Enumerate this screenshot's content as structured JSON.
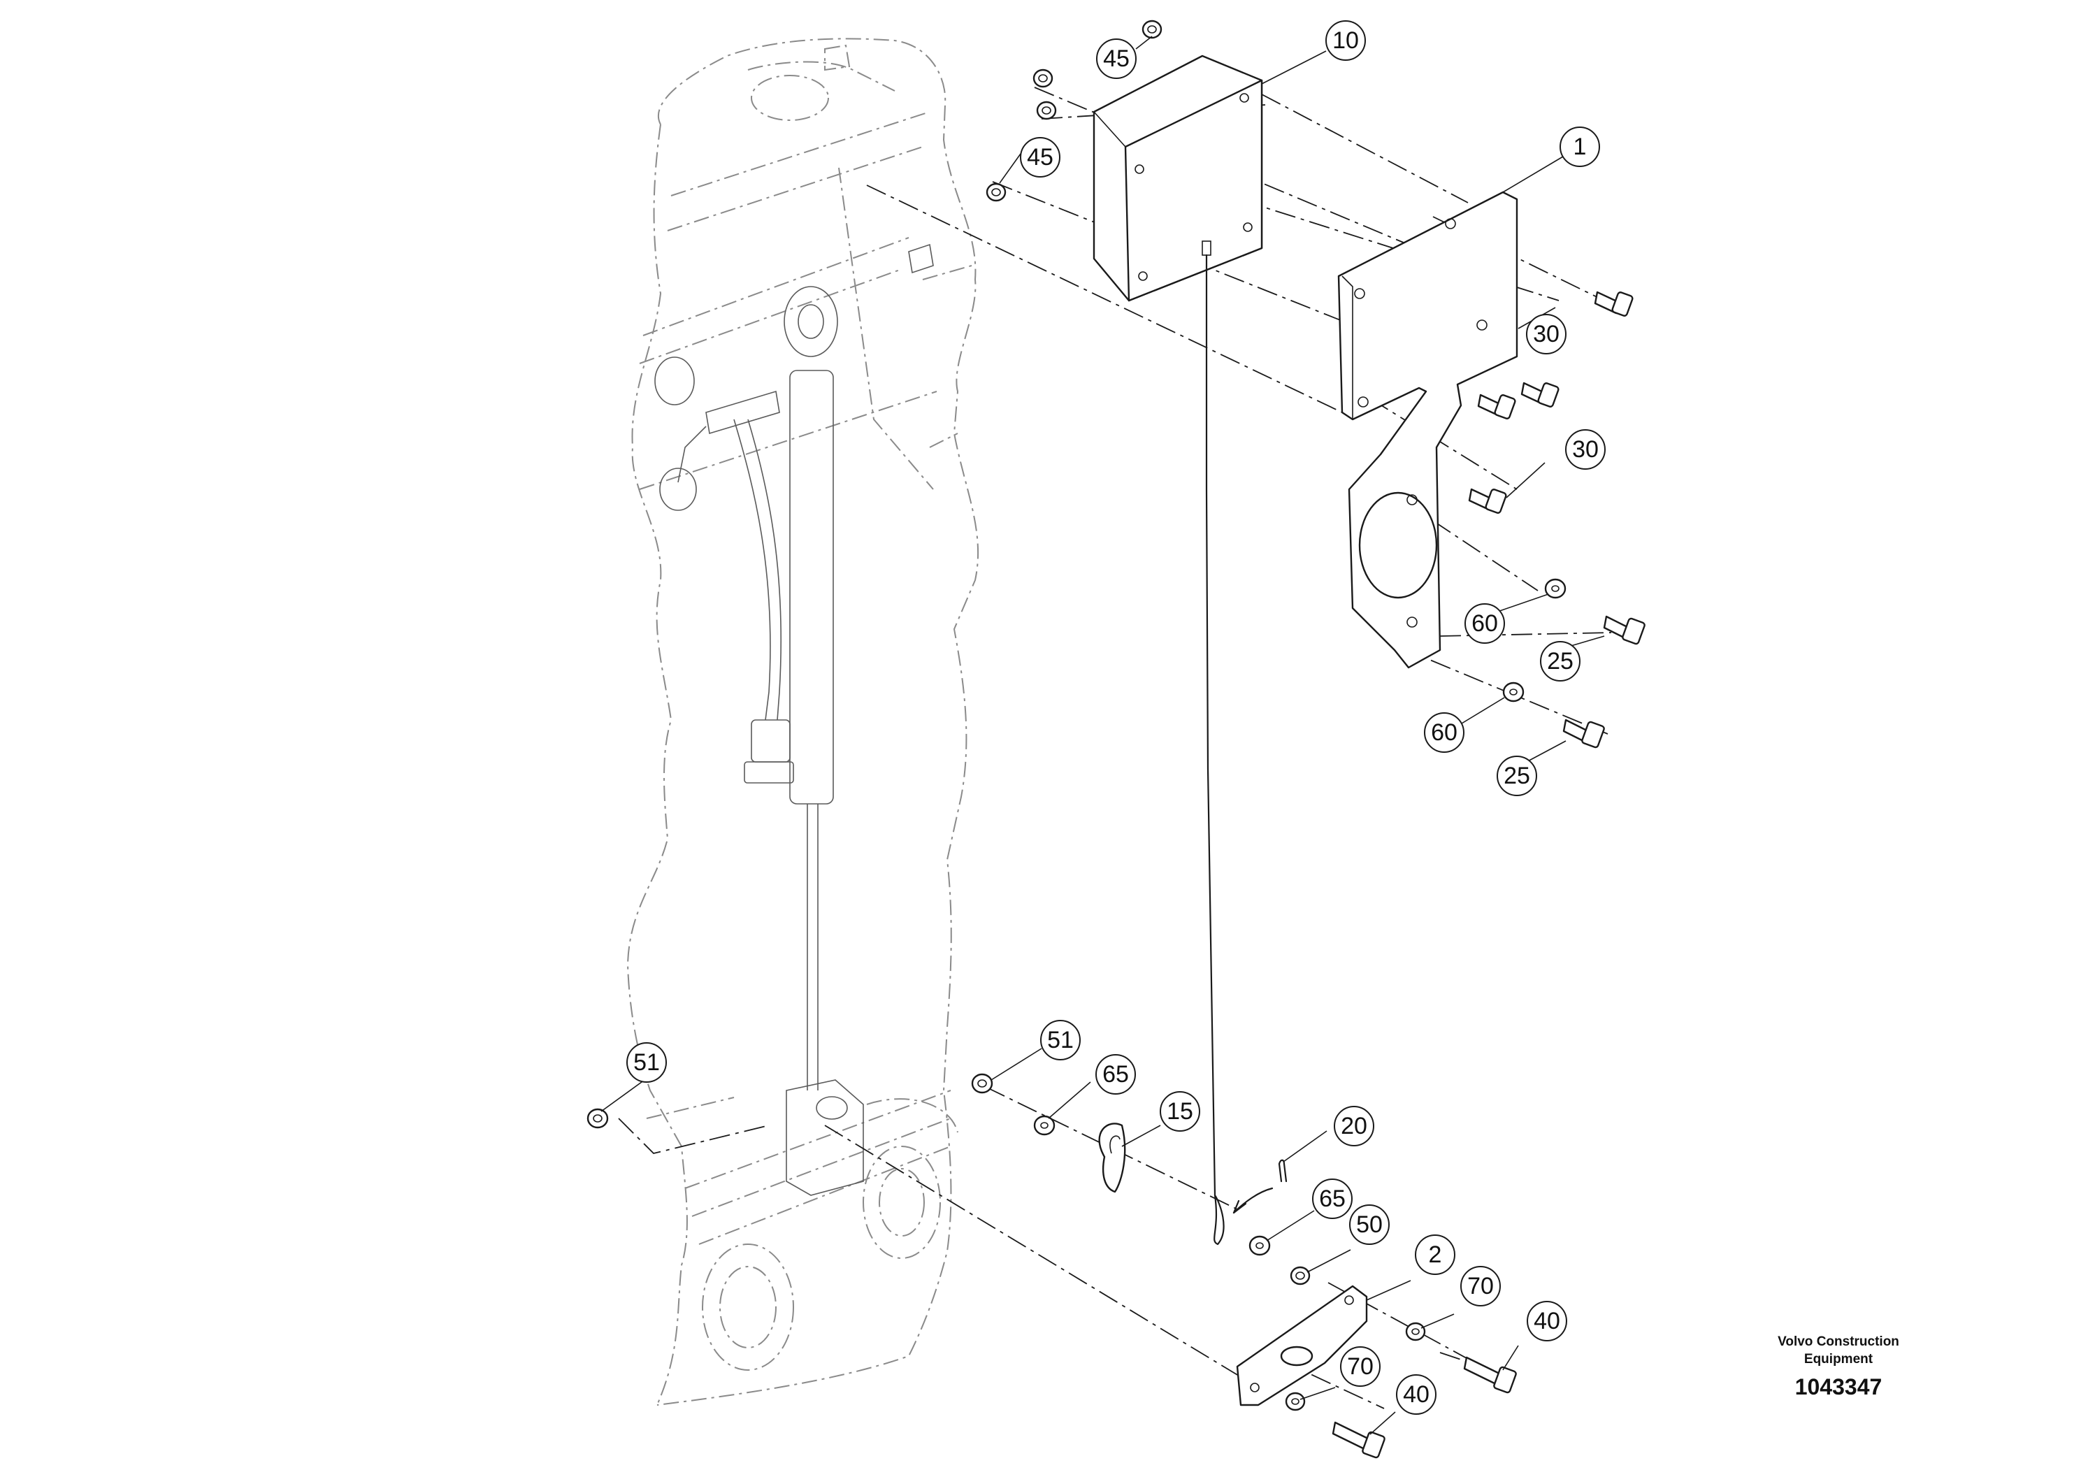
{
  "document": {
    "brand_line1": "Volvo Construction",
    "brand_line2": "Equipment",
    "doc_number": "1043347"
  },
  "callouts": {
    "c1": "1",
    "c2": "2",
    "c10": "10",
    "c15": "15",
    "c20": "20",
    "c25a": "25",
    "c25b": "25",
    "c30a": "30",
    "c30b": "30",
    "c40a": "40",
    "c40b": "40",
    "c45a": "45",
    "c45b": "45",
    "c50": "50",
    "c51a": "51",
    "c51b": "51",
    "c60a": "60",
    "c60b": "60",
    "c65a": "65",
    "c65b": "65",
    "c70a": "70",
    "c70b": "70"
  }
}
